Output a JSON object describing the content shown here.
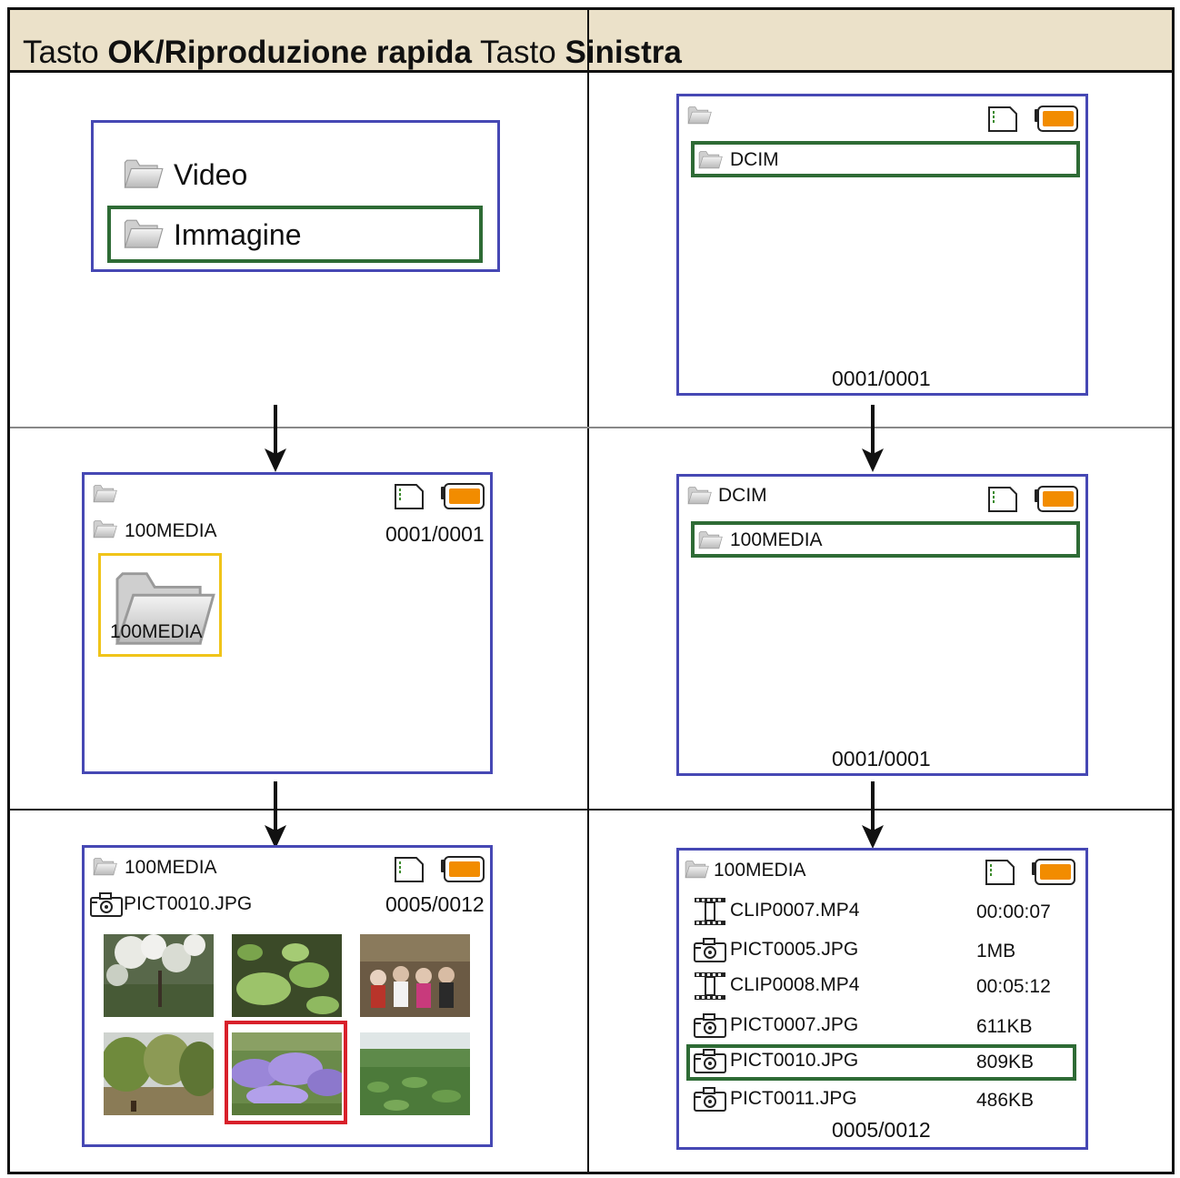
{
  "header": {
    "part1": "Tasto ",
    "part2": "OK/Riproduzione rapida",
    "part3": " Tasto ",
    "part4": "Sinistra"
  },
  "panel_a": {
    "items": [
      "Video",
      "Immagine"
    ],
    "selected": "Immagine"
  },
  "panel_b": {
    "folder": "DCIM",
    "counter": "0001/0001"
  },
  "panel_c": {
    "path": "100MEDIA",
    "counter": "0001/0001",
    "thumb_label": "100MEDIA"
  },
  "panel_d": {
    "path": "DCIM",
    "folder": "100MEDIA",
    "counter": "0001/0001"
  },
  "panel_e": {
    "path": "100MEDIA",
    "file": "PICT0010.JPG",
    "counter": "0005/0012"
  },
  "panel_f": {
    "path": "100MEDIA",
    "counter": "0005/0012",
    "files": [
      {
        "name": "CLIP0007.MP4",
        "info": "00:00:07",
        "icon": "film-icon"
      },
      {
        "name": "PICT0005.JPG",
        "info": "1MB",
        "icon": "camera-icon"
      },
      {
        "name": "CLIP0008.MP4",
        "info": "00:05:12",
        "icon": "film-icon"
      },
      {
        "name": "PICT0007.JPG",
        "info": "611KB",
        "icon": "camera-icon"
      },
      {
        "name": "PICT0010.JPG",
        "info": "809KB",
        "icon": "camera-icon"
      },
      {
        "name": "PICT0011.JPG",
        "info": "486KB",
        "icon": "camera-icon"
      }
    ],
    "selected_index": 4
  },
  "colors": {
    "screen_border": "#4648b4",
    "selection_green": "#2e6b35",
    "selection_red": "#d8202a",
    "selection_yellow": "#f0c419",
    "battery_fill": "#f28c00",
    "header_bg": "#ebe1c9"
  }
}
